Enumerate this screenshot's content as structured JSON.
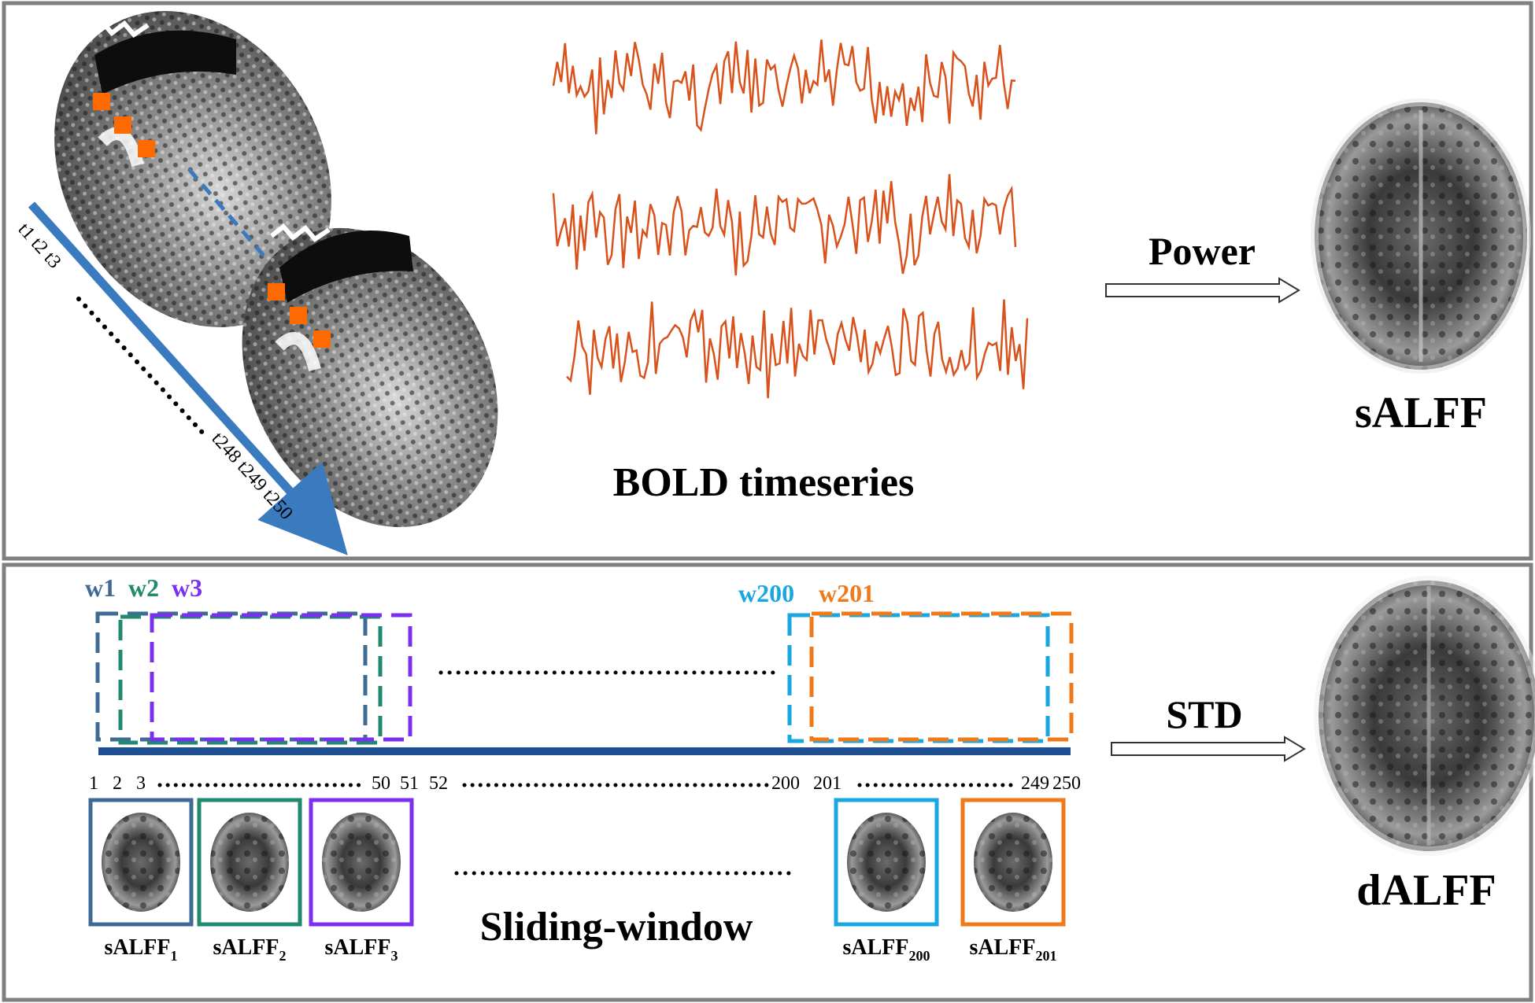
{
  "top_panel": {
    "time_labels_start": "t1 t2 t3",
    "time_labels_end": "t248 t249 t250",
    "bold_title": "BOLD timeseries",
    "arrow_label": "Power",
    "output_label": "sALFF"
  },
  "bottom_panel": {
    "windows": [
      {
        "label": "w1",
        "color": "#3e6b96"
      },
      {
        "label": "w2",
        "color": "#1f8a6e"
      },
      {
        "label": "w3",
        "color": "#7b2ff0"
      },
      {
        "label": "w200",
        "color": "#1aa7e0"
      },
      {
        "label": "w201",
        "color": "#f07a1a"
      }
    ],
    "ticks": [
      "1",
      "2",
      "3",
      "50",
      "51",
      "52",
      "200",
      "201",
      "249",
      "250"
    ],
    "title": "Sliding-window",
    "maps": [
      {
        "base": "sALFF",
        "sub": "1",
        "color": "#3e6b96"
      },
      {
        "base": "sALFF",
        "sub": "2",
        "color": "#1f8a6e"
      },
      {
        "base": "sALFF",
        "sub": "3",
        "color": "#7b2ff0"
      },
      {
        "base": "sALFF",
        "sub": "200",
        "color": "#1aa7e0"
      },
      {
        "base": "sALFF",
        "sub": "201",
        "color": "#f07a1a"
      }
    ],
    "arrow_label": "STD",
    "output_label": "dALFF"
  },
  "colors": {
    "panel_border": "#808080",
    "timeseries": "#d9521b",
    "time_arrow": "#3a7bc0",
    "voxel": "#ff6a00",
    "timeline": "#1f4e91"
  }
}
